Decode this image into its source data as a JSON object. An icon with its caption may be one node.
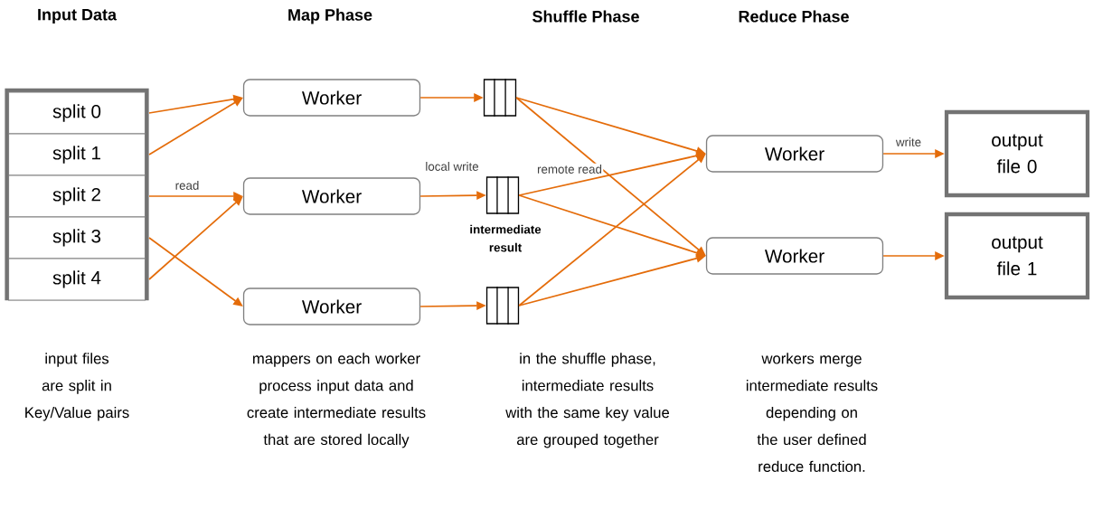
{
  "diagram": {
    "nodes": [
      {
        "text": [],
        "shape": "box"
      },
      {
        "text": [
          "split 0"
        ],
        "in": 0
      },
      {
        "text": [
          "split 1"
        ],
        "in": 0
      },
      {
        "text": [
          "split 2"
        ],
        "in": 0
      },
      {
        "text": [
          "split 3"
        ],
        "in": 0
      },
      {
        "text": [
          "split 4"
        ],
        "in": 0
      },
      {
        "text": [
          "Worker"
        ]
      },
      {
        "text": [
          "Worker"
        ]
      },
      {
        "text": [
          "Worker"
        ]
      },
      {
        "text": [],
        "shape": "box"
      },
      {
        "text": [],
        "shape": "box",
        "beside": [
          "intermediate result"
        ]
      },
      {
        "text": [],
        "shape": "box"
      },
      {
        "text": [
          "Worker"
        ]
      },
      {
        "text": [
          "Worker"
        ]
      },
      {
        "text": [
          "output file 0"
        ]
      },
      {
        "text": [
          "output file 1"
        ]
      }
    ],
    "edges": [
      {
        "from": 1,
        "to": 6,
        "arrow": "to"
      },
      {
        "from": 2,
        "to": 6,
        "arrow": "to"
      },
      {
        "from": 3,
        "to": 7,
        "arrow": "to",
        "label": "read"
      },
      {
        "from": 4,
        "to": 8,
        "arrow": "to"
      },
      {
        "from": 5,
        "to": 7,
        "arrow": "to"
      },
      {
        "from": 6,
        "to": 9,
        "arrow": "to"
      },
      {
        "from": 7,
        "to": 10,
        "arrow": "to",
        "label": "local write"
      },
      {
        "from": 8,
        "to": 11,
        "arrow": "to"
      },
      {
        "from": 9,
        "to": 12,
        "arrow": "to"
      },
      {
        "from": 9,
        "to": 13,
        "arrow": "to"
      },
      {
        "from": 10,
        "to": 12,
        "arrow": "to",
        "label": "remote read"
      },
      {
        "from": 10,
        "to": 13,
        "arrow": "to"
      },
      {
        "from": 11,
        "to": 12,
        "arrow": "to"
      },
      {
        "from": 11,
        "to": 13,
        "arrow": "to"
      },
      {
        "from": 12,
        "to": 14,
        "arrow": "to",
        "label": "write"
      },
      {
        "from": 13,
        "to": 15,
        "arrow": "to"
      }
    ],
    "labels": [
      "Input Data",
      "Map Phase",
      "Shuffle Phase",
      "Reduce Phase",
      "input files are split in Key/Value pairs",
      "mappers on each worker process input data and create intermediate results that are stored locally",
      "in the shuffle phase, intermediate results with the same key value are grouped together",
      "workers merge intermediate results depending on the user defined reduce function."
    ]
  }
}
